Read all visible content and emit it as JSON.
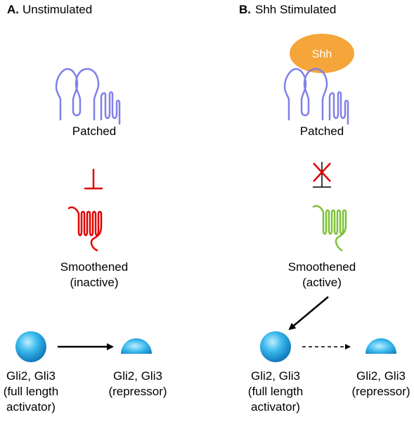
{
  "panel_a": {
    "letter": "A.",
    "title": "Unstimulated",
    "patched": "Patched",
    "smoothened": "Smoothened",
    "smoothened_state": "(inactive)",
    "gli_left": [
      "Gli2, Gli3",
      "(full length",
      "activator)"
    ],
    "gli_right": [
      "Gli2, Gli3",
      "(repressor)"
    ]
  },
  "panel_b": {
    "letter": "B.",
    "title": "Shh Stimulated",
    "ligand": "Shh",
    "patched": "Patched",
    "smoothened": "Smoothened",
    "smoothened_state": "(active)",
    "gli_left": [
      "Gli2, Gli3",
      "(full length",
      "activator)"
    ],
    "gli_right": [
      "Gli2, Gli3",
      "(repressor)"
    ]
  },
  "colors": {
    "patched": "#8080e8",
    "smoothened_inactive": "#e00000",
    "smoothened_active": "#7ec23a",
    "inhibition": "#e00000",
    "shh_ligand": "#f5a53a",
    "gli_light": "#bfeeff",
    "gli_mid": "#38b8ec",
    "gli_dark": "#0a6fb4"
  }
}
